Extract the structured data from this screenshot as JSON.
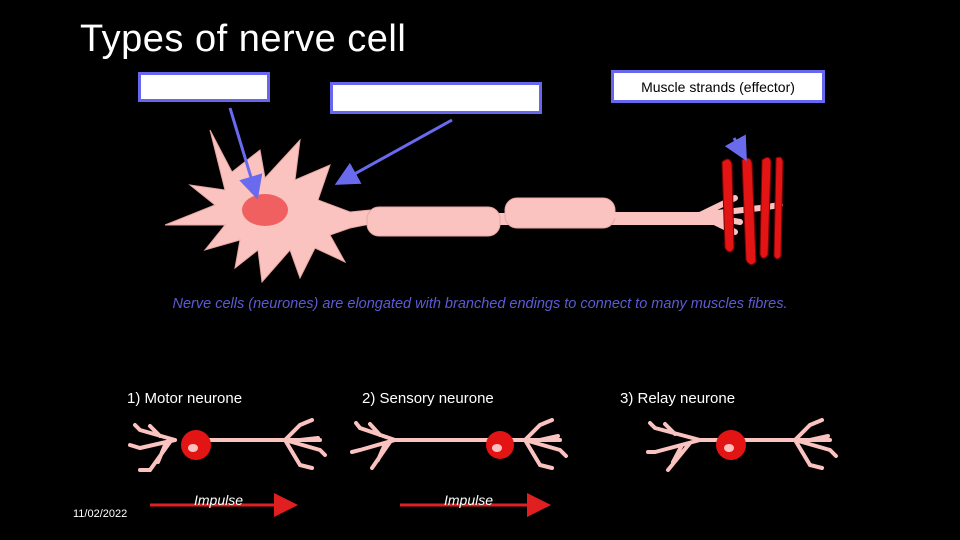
{
  "title": "Types of nerve cell",
  "labels": {
    "nucleus": "",
    "axon": "",
    "muscle": "Muscle strands (effector)"
  },
  "caption": "Nerve cells (neurones) are elongated with branched endings to connect to many muscles fibres.",
  "neurone_types": [
    {
      "label": "1) Motor neurone"
    },
    {
      "label": "2) Sensory neurone"
    },
    {
      "label": "3) Relay neurone"
    }
  ],
  "impulse_label": "Impulse",
  "date": "11/02/2022",
  "colors": {
    "background": "#000000",
    "cell_body": "#fbc3c0",
    "nucleus": "#f06060",
    "muscle": "#e31414",
    "arrow_label": "#6a6aee",
    "impulse_arrow": "#e02020",
    "caption_text": "#5b5bd6"
  }
}
